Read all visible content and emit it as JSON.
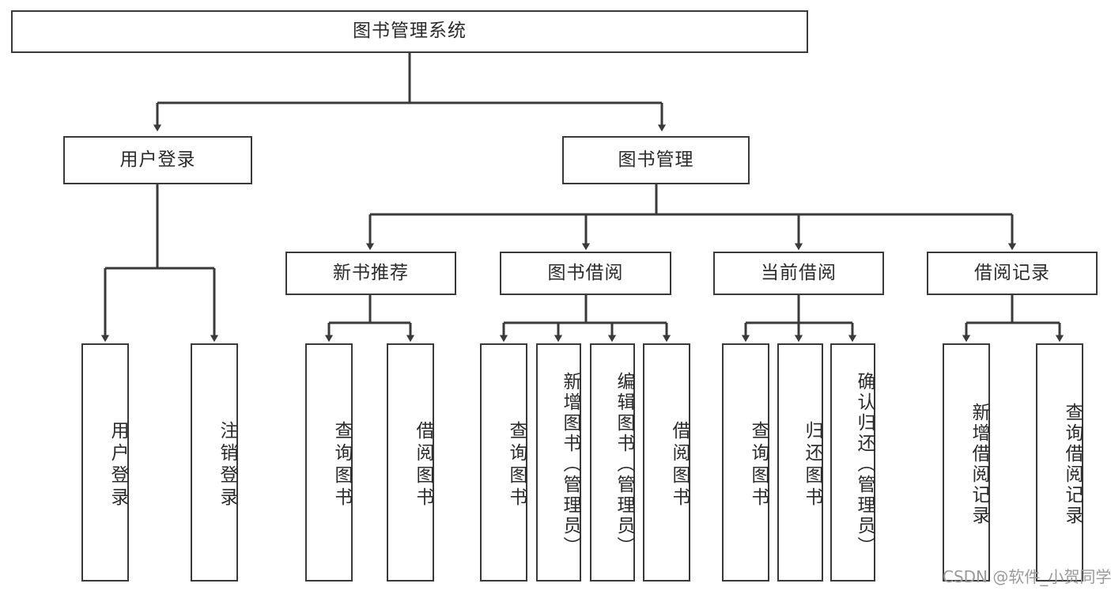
{
  "diagram": {
    "title": "图书管理系统",
    "type": "tree",
    "watermark": "CSDN @软件_小贺同学",
    "stroke_color": "#3a3a3a",
    "text_color": "#2b2b2b",
    "background": "#ffffff"
  },
  "nodes": {
    "root": {
      "label": "图书管理系统"
    },
    "level2": [
      {
        "id": "user-login",
        "label": "用户登录"
      },
      {
        "id": "book-manage",
        "label": "图书管理"
      }
    ],
    "level3": [
      {
        "id": "new-book-rec",
        "label": "新书推荐"
      },
      {
        "id": "book-borrow",
        "label": "图书借阅"
      },
      {
        "id": "current-borrow",
        "label": "当前借阅"
      },
      {
        "id": "borrow-record",
        "label": "借阅记录"
      }
    ],
    "leaves": [
      {
        "id": "leaf-user-login",
        "label": "用户登录",
        "parent": "user-login"
      },
      {
        "id": "leaf-logout-login",
        "label": "注销登录",
        "parent": "user-login"
      },
      {
        "id": "leaf-query-book-1",
        "label": "查询图书",
        "parent": "new-book-rec"
      },
      {
        "id": "leaf-borrow-book-1",
        "label": "借阅图书",
        "parent": "new-book-rec"
      },
      {
        "id": "leaf-query-book-2",
        "label": "查询图书",
        "parent": "book-borrow"
      },
      {
        "id": "leaf-add-book",
        "label": "新增图书（管理员）",
        "parent": "book-borrow"
      },
      {
        "id": "leaf-edit-book",
        "label": "编辑图书（管理员）",
        "parent": "book-borrow"
      },
      {
        "id": "leaf-borrow-book-2",
        "label": "借阅图书",
        "parent": "book-borrow"
      },
      {
        "id": "leaf-query-book-3",
        "label": "查询图书",
        "parent": "current-borrow"
      },
      {
        "id": "leaf-return-book",
        "label": "归还图书",
        "parent": "current-borrow"
      },
      {
        "id": "leaf-confirm-return",
        "label": "确认归还（管理员）",
        "parent": "current-borrow"
      },
      {
        "id": "leaf-add-record",
        "label": "新增借阅记录",
        "parent": "borrow-record"
      },
      {
        "id": "leaf-query-record",
        "label": "查询借阅记录",
        "parent": "borrow-record"
      }
    ]
  }
}
